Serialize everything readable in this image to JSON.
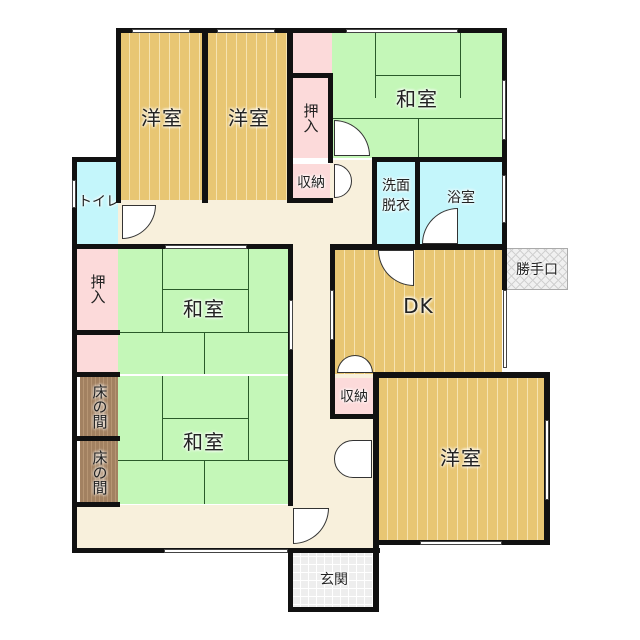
{
  "floor_plan": {
    "rooms": [
      {
        "id": "western-room-1",
        "label": "洋室",
        "type": "western"
      },
      {
        "id": "western-room-2",
        "label": "洋室",
        "type": "western"
      },
      {
        "id": "japanese-room-top",
        "label": "和室",
        "type": "japanese"
      },
      {
        "id": "closet-top",
        "label": "押入",
        "type": "closet"
      },
      {
        "id": "storage-top",
        "label": "収納",
        "type": "storage"
      },
      {
        "id": "toilet",
        "label": "トイレ",
        "type": "wet"
      },
      {
        "id": "washroom",
        "label": "洗面脱衣",
        "label_line1": "洗面",
        "label_line2": "脱衣",
        "type": "wet"
      },
      {
        "id": "bathroom",
        "label": "浴室",
        "type": "wet"
      },
      {
        "id": "back-door",
        "label": "勝手口",
        "type": "entry"
      },
      {
        "id": "closet-left",
        "label": "押入",
        "type": "closet"
      },
      {
        "id": "japanese-room-middle",
        "label": "和室",
        "type": "japanese"
      },
      {
        "id": "japanese-room-bottom",
        "label": "和室",
        "type": "japanese"
      },
      {
        "id": "tokonoma-1",
        "label": "床の間",
        "type": "alcove"
      },
      {
        "id": "tokonoma-2",
        "label": "床の間",
        "type": "alcove"
      },
      {
        "id": "dining-kitchen",
        "label": "DK",
        "type": "western"
      },
      {
        "id": "storage-middle",
        "label": "収納",
        "type": "storage"
      },
      {
        "id": "western-room-3",
        "label": "洋室",
        "type": "western"
      },
      {
        "id": "entrance",
        "label": "玄関",
        "type": "entry"
      }
    ],
    "colors": {
      "wood_floor": "#e8c673",
      "tatami": "#c4f7b8",
      "closet": "#fcdada",
      "wet_area": "#c4f6fb",
      "hallway": "#f8f0dc",
      "tokonoma": "#a28161",
      "wall": "#111111"
    }
  }
}
